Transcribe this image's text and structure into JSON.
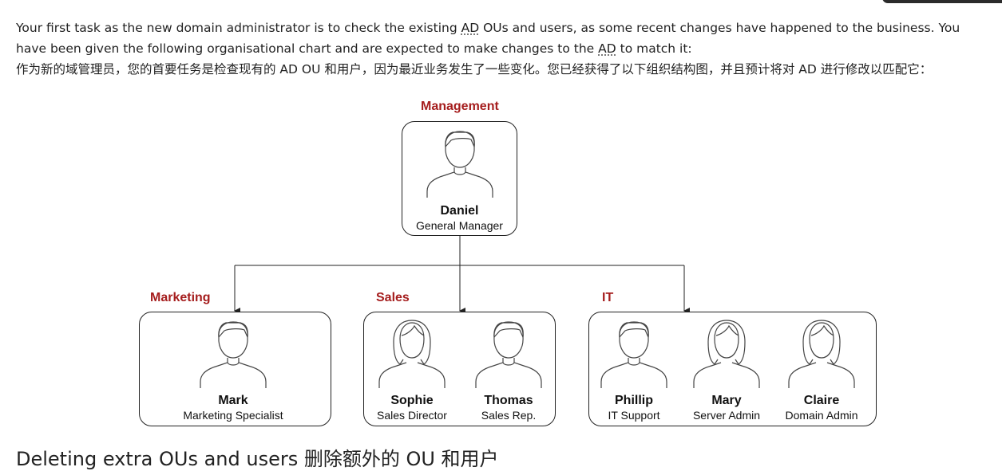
{
  "intro": {
    "en_1": "Your first task as the new domain administrator is to check the existing ",
    "en_abbr_1": "AD",
    "en_2": " OUs and users, as some recent changes have happened to the business. You have been given the following organisational chart and are expected to make changes to the ",
    "en_abbr_2": "AD",
    "en_3": " to match it:",
    "zh": "作为新的域管理员，您的首要任务是检查现有的 AD OU 和用户，因为最近业务发生了一些变化。您已经获得了以下组织结构图，并且预计将对 AD 进行修改以匹配它："
  },
  "org_chart": {
    "management": {
      "label": "Management",
      "members": [
        {
          "name": "Daniel",
          "role": "General Manager",
          "icon": "male-user-icon"
        }
      ]
    },
    "marketing": {
      "label": "Marketing",
      "members": [
        {
          "name": "Mark",
          "role": "Marketing Specialist",
          "icon": "male-user-icon"
        }
      ]
    },
    "sales": {
      "label": "Sales",
      "members": [
        {
          "name": "Sophie",
          "role": "Sales Director",
          "icon": "female-user-icon"
        },
        {
          "name": "Thomas",
          "role": "Sales Rep.",
          "icon": "male-user-icon"
        }
      ]
    },
    "it": {
      "label": "IT",
      "members": [
        {
          "name": "Phillip",
          "role": "IT Support",
          "icon": "male-user-icon"
        },
        {
          "name": "Mary",
          "role": "Server Admin",
          "icon": "female-user-icon"
        },
        {
          "name": "Claire",
          "role": "Domain Admin",
          "icon": "female-user-icon"
        }
      ]
    },
    "colors": {
      "dept_label": "#a51d1d",
      "lines": "#222222"
    }
  },
  "next_heading": "Deleting extra OUs and users 删除额外的 OU 和用户"
}
